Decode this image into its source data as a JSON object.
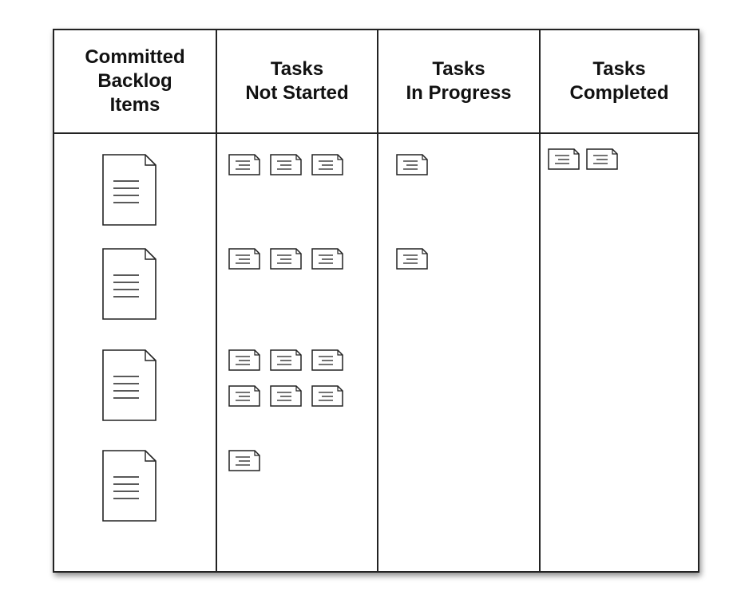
{
  "board": {
    "columns": [
      {
        "id": "committed",
        "header_lines": [
          "Committed",
          "Backlog",
          "Items"
        ]
      },
      {
        "id": "not-started",
        "header_lines": [
          "Tasks",
          "Not Started"
        ]
      },
      {
        "id": "in-progress",
        "header_lines": [
          "Tasks",
          "In Progress"
        ]
      },
      {
        "id": "completed",
        "header_lines": [
          "Tasks",
          "Completed"
        ]
      }
    ],
    "rows": [
      {
        "backlog_item": 1,
        "not_started": 3,
        "in_progress": 1,
        "completed": 2
      },
      {
        "backlog_item": 1,
        "not_started": 3,
        "in_progress": 1,
        "completed": 0
      },
      {
        "backlog_item": 1,
        "not_started": 6,
        "in_progress": 0,
        "completed": 0
      },
      {
        "backlog_item": 1,
        "not_started": 1,
        "in_progress": 0,
        "completed": 0
      }
    ],
    "icons": {
      "backlog_item": "document-icon",
      "task": "task-card-icon"
    }
  }
}
